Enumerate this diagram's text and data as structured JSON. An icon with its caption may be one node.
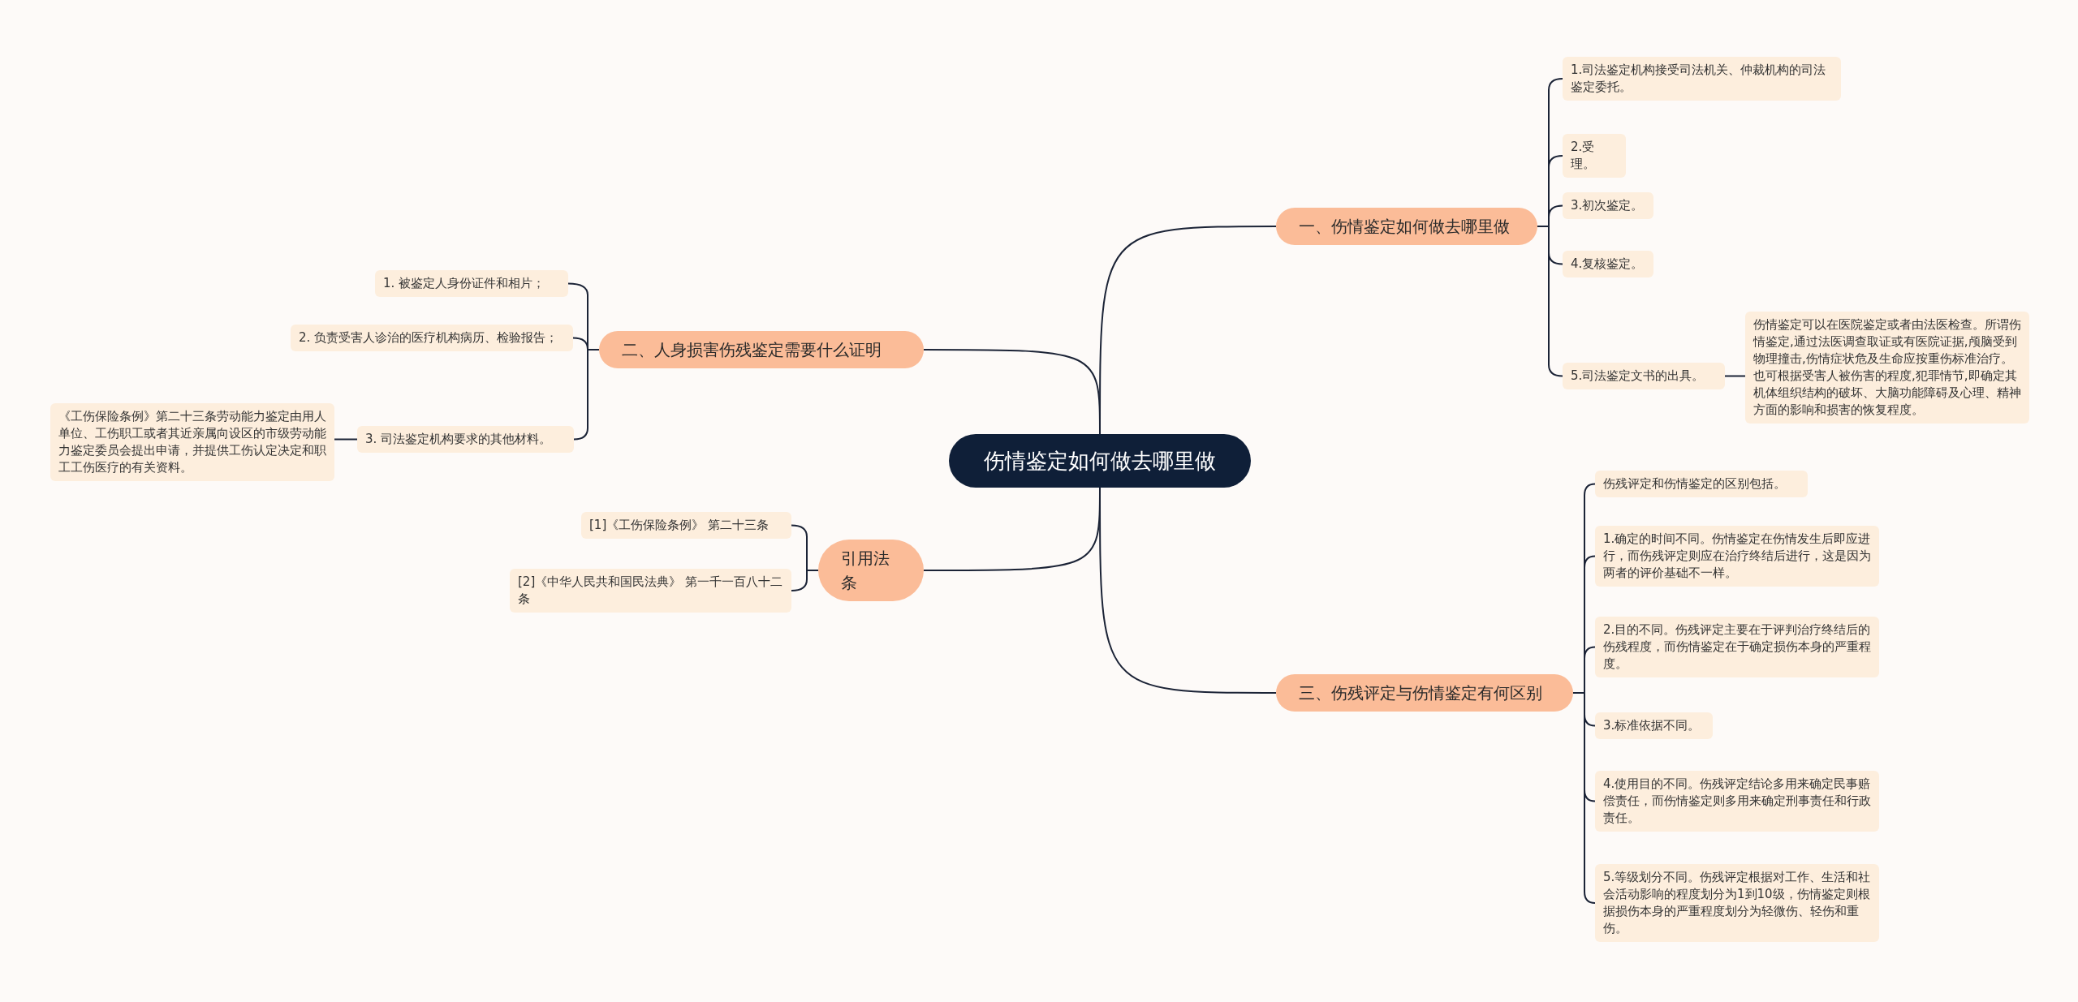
{
  "diagram": {
    "nodes": [
      {
        "text": [
          "伤情鉴定如何做去哪里做"
        ]
      },
      {
        "text": [
          "一、伤情鉴定如何做去哪里做"
        ]
      },
      {
        "text": [
          "1.司法鉴定机构接受司法机关、仲裁机构的司法鉴定委托。"
        ]
      },
      {
        "text": [
          "2.受理。"
        ]
      },
      {
        "text": [
          "3.初次鉴定。"
        ]
      },
      {
        "text": [
          "4.复核鉴定。"
        ]
      },
      {
        "text": [
          "5.司法鉴定文书的出具。"
        ]
      },
      {
        "text": [
          "伤情鉴定可以在医院鉴定或者由法医检查。所谓伤情鉴定,通过法医调查取证或有医院证据,颅脑受到物理撞击,伤情症状危及生命应按重伤标准治疗。也可根据受害人被伤害的程度,犯罪情节,即确定其机体组织结构的破坏、大脑功能障碍及心理、精神方面的影响和损害的恢复程度。"
        ]
      },
      {
        "text": [
          "二、人身损害伤残鉴定需要什么证明"
        ]
      },
      {
        "text": [
          "1. 被鉴定人身份证件和相片；"
        ]
      },
      {
        "text": [
          "2. 负责受害人诊治的医疗机构病历、检验报告；"
        ]
      },
      {
        "text": [
          "3. 司法鉴定机构要求的其他材料。"
        ]
      },
      {
        "text": [
          "《工伤保险条例》第二十三条劳动能力鉴定由用人单位、工伤职工或者其近亲属向设区的市级劳动能力鉴定委员会提出申请，并提供工伤认定决定和职工工伤医疗的有关资料。"
        ]
      },
      {
        "text": [
          "引用法条"
        ]
      },
      {
        "text": [
          "[1]《工伤保险条例》 第二十三条"
        ]
      },
      {
        "text": [
          "[2]《中华人民共和国民法典》 第一千一百八十二条"
        ]
      },
      {
        "text": [
          "三、伤残评定与伤情鉴定有何区别"
        ]
      },
      {
        "text": [
          "伤残评定和伤情鉴定的区别包括。"
        ]
      },
      {
        "text": [
          "1.确定的时间不同。伤情鉴定在伤情发生后即应进行，而伤残评定则应在治疗终结后进行，这是因为两者的评价基础不一样。"
        ]
      },
      {
        "text": [
          "2.目的不同。伤残评定主要在于评判治疗终结后的伤残程度，而伤情鉴定在于确定损伤本身的严重程度。"
        ]
      },
      {
        "text": [
          "3.标准依据不同。"
        ]
      },
      {
        "text": [
          "4.使用目的不同。伤残评定结论多用来确定民事赔偿责任，而伤情鉴定则多用来确定刑事责任和行政责任。"
        ]
      },
      {
        "text": [
          "5.等级划分不同。伤残评定根据对工作、生活和社会活动影响的程度划分为1到10级，伤情鉴定则根据损伤本身的严重程度划分为轻微伤、轻伤和重伤。"
        ]
      }
    ],
    "edges": [
      {
        "from": 0,
        "to": 1,
        "arrow": "none"
      },
      {
        "from": 1,
        "to": 2,
        "arrow": "none"
      },
      {
        "from": 1,
        "to": 3,
        "arrow": "none"
      },
      {
        "from": 1,
        "to": 4,
        "arrow": "none"
      },
      {
        "from": 1,
        "to": 5,
        "arrow": "none"
      },
      {
        "from": 1,
        "to": 6,
        "arrow": "none"
      },
      {
        "from": 6,
        "to": 7,
        "arrow": "none"
      },
      {
        "from": 0,
        "to": 8,
        "arrow": "none"
      },
      {
        "from": 8,
        "to": 9,
        "arrow": "none"
      },
      {
        "from": 8,
        "to": 10,
        "arrow": "none"
      },
      {
        "from": 8,
        "to": 11,
        "arrow": "none"
      },
      {
        "from": 11,
        "to": 12,
        "arrow": "none"
      },
      {
        "from": 0,
        "to": 13,
        "arrow": "none"
      },
      {
        "from": 13,
        "to": 14,
        "arrow": "none"
      },
      {
        "from": 13,
        "to": 15,
        "arrow": "none"
      },
      {
        "from": 0,
        "to": 16,
        "arrow": "none"
      },
      {
        "from": 16,
        "to": 17,
        "arrow": "none"
      },
      {
        "from": 16,
        "to": 18,
        "arrow": "none"
      },
      {
        "from": 16,
        "to": 19,
        "arrow": "none"
      },
      {
        "from": 16,
        "to": 20,
        "arrow": "none"
      },
      {
        "from": 16,
        "to": 21,
        "arrow": "none"
      },
      {
        "from": 16,
        "to": 22,
        "arrow": "none"
      }
    ]
  }
}
